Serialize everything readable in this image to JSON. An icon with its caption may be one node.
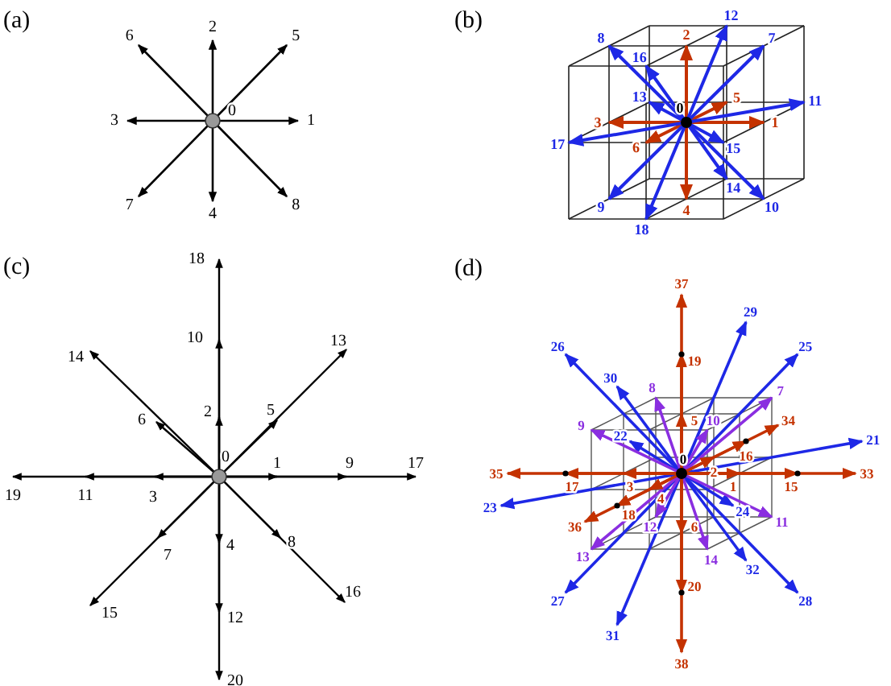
{
  "diagram": {
    "labels": [
      "(a)",
      "0",
      "1",
      "2",
      "3",
      "4",
      "5",
      "6",
      "7",
      "8",
      "(b)",
      "0",
      "1",
      "2",
      "3",
      "4",
      "5",
      "6",
      "7",
      "8",
      "9",
      "10",
      "11",
      "12",
      "13",
      "14",
      "15",
      "16",
      "17",
      "18",
      "(c)",
      "0",
      "1",
      "2",
      "3",
      "4",
      "5",
      "6",
      "7",
      "8",
      "9",
      "10",
      "11",
      "12",
      "13",
      "14",
      "15",
      "16",
      "17",
      "18",
      "19",
      "20",
      "(d)",
      "0",
      "1",
      "2",
      "3",
      "4",
      "5",
      "6",
      "7",
      "8",
      "9",
      "10",
      "11",
      "12",
      "13",
      "14",
      "15",
      "16",
      "17",
      "18",
      "19",
      "20",
      "21",
      "22",
      "23",
      "24",
      "25",
      "26",
      "27",
      "28",
      "29",
      "30",
      "31",
      "32",
      "33",
      "34",
      "35",
      "36",
      "37",
      "38"
    ]
  }
}
